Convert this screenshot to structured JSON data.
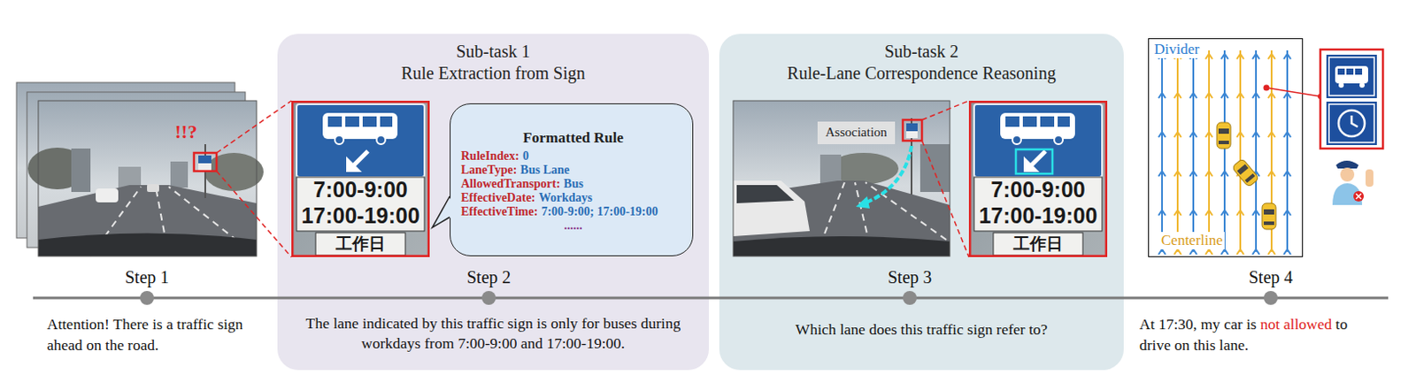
{
  "diagram": {
    "nodes": [
      {
        "text": [
          "Sub-task 1",
          "Rule Extraction from Sign",
          "The lane indicated by this traffic sign is only for buses during workdays from 7:00-9:00 and 17:00-19:00."
        ]
      },
      {
        "text": [
          "Formatted Rule",
          "RuleIndex:",
          "0",
          "LaneType:",
          "Bus Lane",
          "AllowedTransport:",
          "Bus",
          "EffectiveDate:",
          "Workdays",
          "EffectiveTime:",
          "7:00-9:00; 17:00-19:00",
          "......"
        ],
        "in": 0
      },
      {
        "text": [
          "Sub-task 2",
          "Rule-Lane Correspondence Reasoning",
          "Which lane does this traffic sign refer to?"
        ]
      },
      {
        "text": [
          "Association"
        ],
        "in": 2
      },
      {
        "text": [
          "Divider",
          "Centerline"
        ]
      }
    ],
    "labels": [
      "!!?",
      "Step 1",
      "Attention! There is a traffic sign ahead on the road.",
      "7:00-9:00",
      "17:00-19:00",
      "工作日",
      "Step 2",
      "7:00-9:00",
      "17:00-19:00",
      "工作日",
      "Step 3",
      "Step 4",
      "At 17:30, my car is",
      "not allowed",
      "to drive on this lane."
    ]
  }
}
